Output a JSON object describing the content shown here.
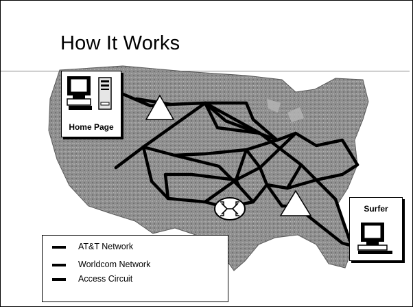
{
  "slide": {
    "title": "How It Works"
  },
  "nodes": {
    "home_page_label": "Home Page",
    "surfer_label": "Surfer"
  },
  "legend": {
    "items": [
      {
        "label": "AT&T Network"
      },
      {
        "label": "Worldcom Network"
      },
      {
        "label": "Access Circuit"
      }
    ]
  },
  "colors": {
    "map_fill": "#8a8a8a",
    "line": "#000000",
    "background": "#ffffff"
  },
  "icons": [
    "desktop-computer-icon",
    "server-tower-icon",
    "router-hub-icon",
    "triangle-node-icon"
  ]
}
